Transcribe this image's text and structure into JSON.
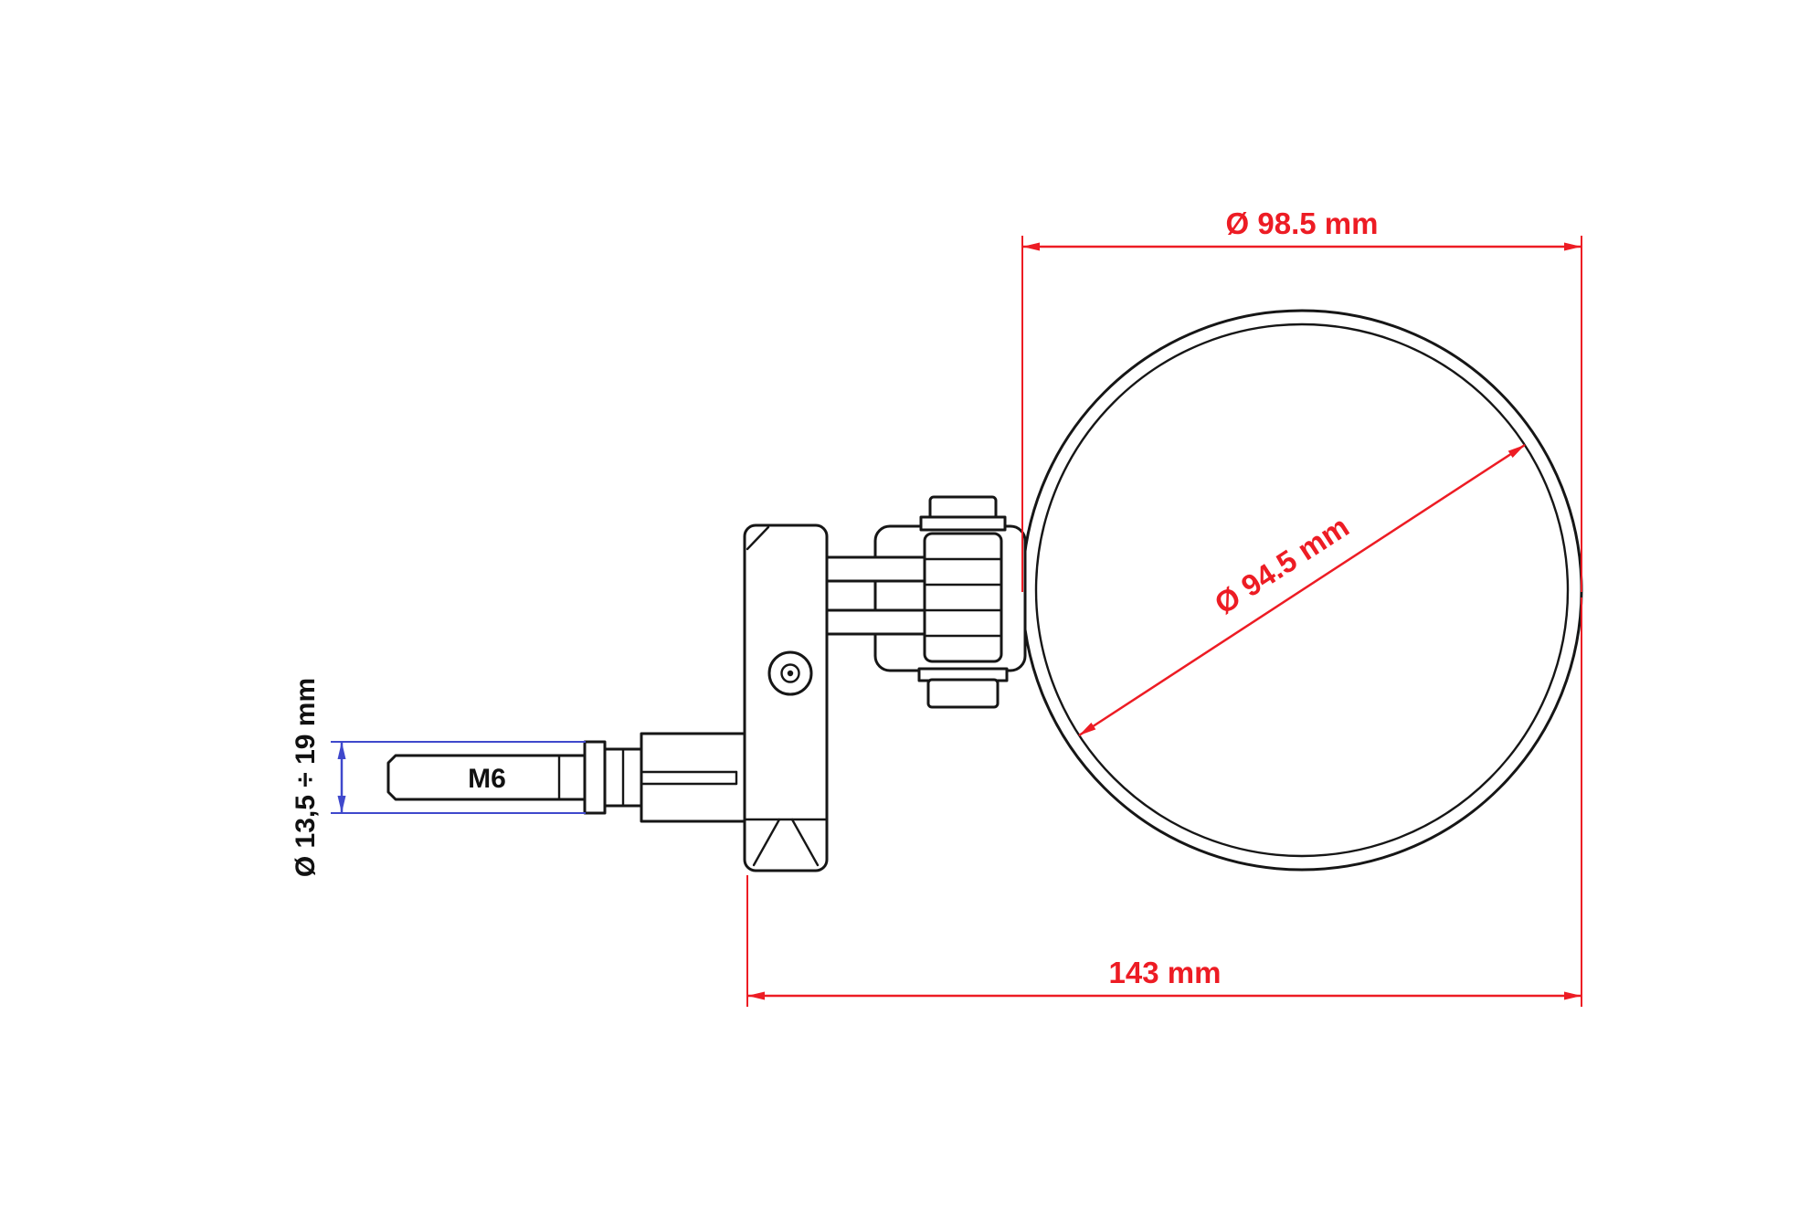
{
  "drawing": {
    "labels": {
      "mirror_outer_diameter": "Ø 98.5 mm",
      "mirror_glass_diameter": "Ø 94.5 mm",
      "overall_length": "143 mm",
      "thread": "M6",
      "stem_clamp_range": "Ø 13,5 ÷ 19 mm"
    },
    "dimensions_mm": {
      "mirror_outer_diameter": 98.5,
      "mirror_glass_diameter": 94.5,
      "overall_length": 143,
      "stem_clamp_min": 13.5,
      "stem_clamp_max": 19
    },
    "colors": {
      "dimension_red": "#ed1c24",
      "dimension_blue": "#3f48cc",
      "line": "#161616",
      "background": "#ffffff"
    }
  }
}
